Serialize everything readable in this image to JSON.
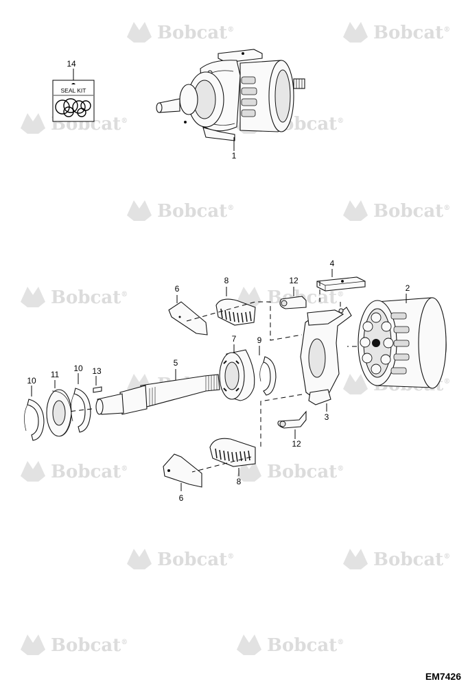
{
  "watermark": {
    "text": "Bobcat",
    "symbol": "®"
  },
  "seal_kit": {
    "label": "SEAL KIT"
  },
  "callouts": {
    "n1": "1",
    "n2": "2",
    "n3": "3",
    "n4": "4",
    "n5": "5",
    "n6a": "6",
    "n6b": "6",
    "n7": "7",
    "n8a": "8",
    "n8b": "8",
    "n9": "9",
    "n10a": "10",
    "n10b": "10",
    "n11": "11",
    "n12a": "12",
    "n12b": "12",
    "n13": "13",
    "n14": "14"
  },
  "figure_code": "EM7426"
}
